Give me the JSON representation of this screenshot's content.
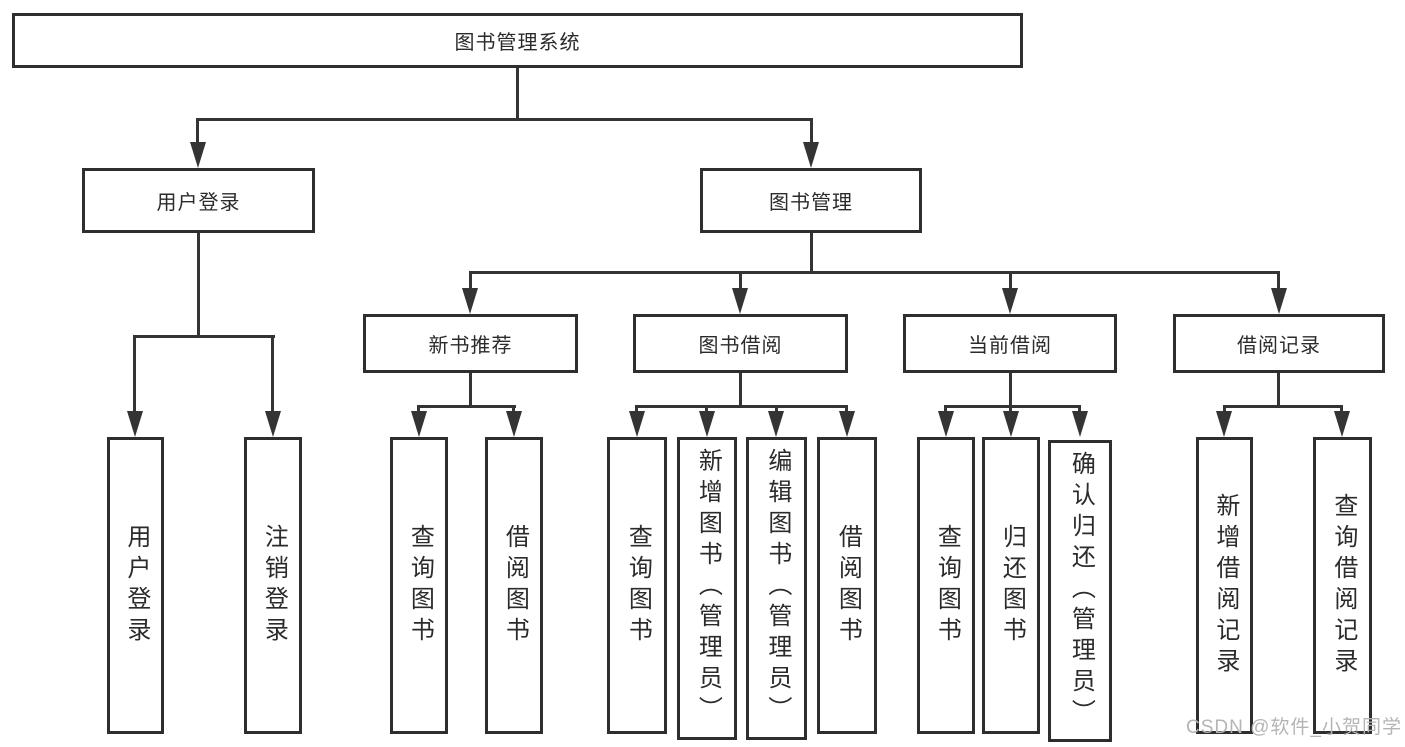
{
  "diagram": {
    "root": "图书管理系统",
    "level2": {
      "user_login": "用户登录",
      "book_mgmt": "图书管理"
    },
    "level3": {
      "new_books": "新书推荐",
      "borrowing": "图书借阅",
      "current": "当前借阅",
      "records": "借阅记录"
    },
    "leaves": {
      "user_login": [
        "用户登录",
        "注销登录"
      ],
      "new_books": [
        "查询图书",
        "借阅图书"
      ],
      "borrowing": [
        "查询图书",
        "新增图书（管理员）",
        "编辑图书（管理员）",
        "借阅图书"
      ],
      "current": [
        "查询图书",
        "归还图书",
        "确认归还（管理员）"
      ],
      "records": [
        "新增借阅记录",
        "查询借阅记录"
      ]
    }
  },
  "watermark": "CSDN @软件_小贺同学",
  "colors": {
    "border": "#2e2e2e",
    "line": "#343434",
    "text": "#2b2b2b",
    "watermark": "#b5b5b5"
  }
}
